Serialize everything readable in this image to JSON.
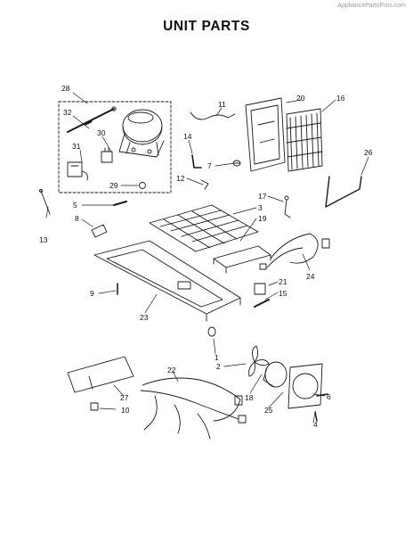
{
  "header": {
    "watermark": "AppliancePartsPros.com",
    "title": "UNIT PARTS"
  },
  "callouts": [
    "1",
    "2",
    "3",
    "4",
    "5",
    "6",
    "7",
    "8",
    "9",
    "10",
    "11",
    "12",
    "13",
    "14",
    "15",
    "16",
    "17",
    "18",
    "19",
    "20",
    "21",
    "22",
    "23",
    "24",
    "25",
    "26",
    "27",
    "28",
    "29",
    "30",
    "31",
    "32"
  ]
}
